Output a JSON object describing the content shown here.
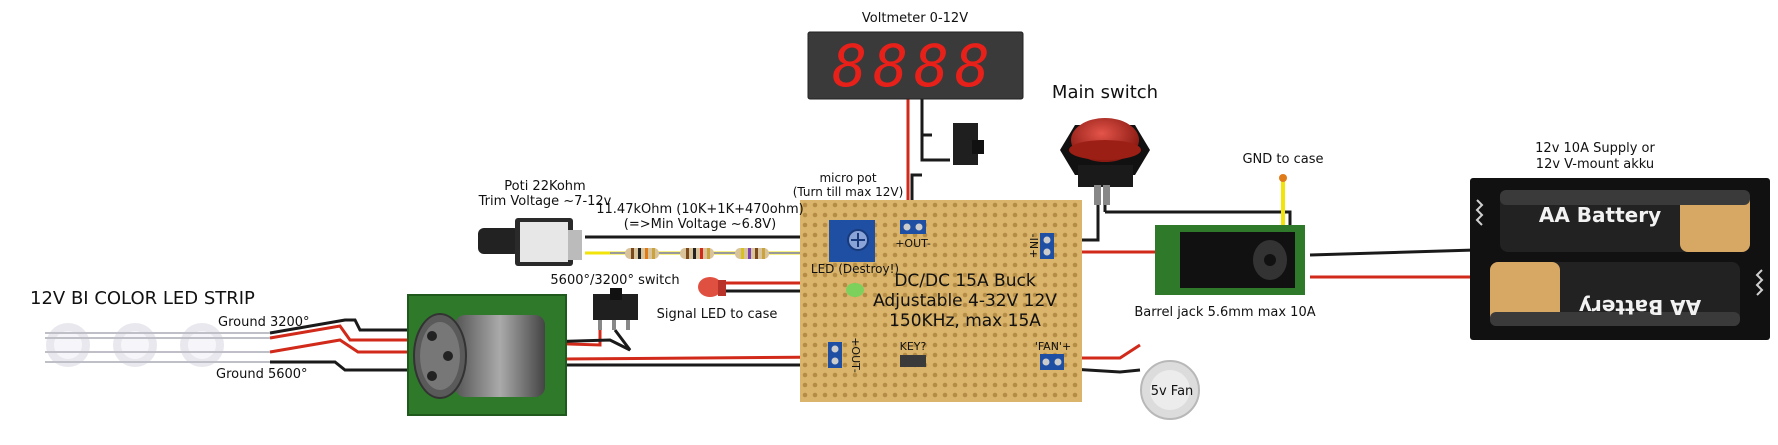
{
  "labels": {
    "voltmeter": "Voltmeter 0-12V",
    "main_switch": "Main switch",
    "micro_pot": "micro pot",
    "micro_pot_note": "(Turn till max 12V)",
    "poti": "Poti 22Kohm",
    "poti_note": "Trim Voltage ~7-12v",
    "resistor": "11.47kOhm (10K+1K+470ohm)",
    "resistor_note": "(=>Min Voltage ~6.8V)",
    "led_strip": "12V BI COLOR LED STRIP",
    "ground_3200": "Ground 3200°",
    "ground_5600": "Ground 5600°",
    "color_switch": "5600°/3200° switch",
    "signal_led": "Signal LED to case",
    "led_destroy": "LED (Destroy!)",
    "buck_line1": "DC/DC 15A Buck",
    "buck_line2": "Adjustable 4-32V 12V",
    "buck_line3": "150KHz, max 15A",
    "pin_out_top": "+OUT-",
    "pin_in": "-IN+",
    "pin_out_left": "+OUT-",
    "pin_key": "KEY?",
    "pin_fan": "'FAN'+",
    "gnd_case": "GND to case",
    "barrel_jack": "Barrel jack 5.6mm max 10A",
    "supply_line1": "12v 10A Supply or",
    "supply_line2": "12v V-mount akku",
    "battery_top": "AA Battery",
    "battery_bottom": "AA Battery",
    "fan": "5v Fan",
    "display_digits": "8888"
  },
  "colors": {
    "perfboard": "#d9b46a",
    "pcb_green": "#2f7a2a",
    "wire_red": "#d12a1a",
    "wire_black": "#1a1a1a",
    "wire_yellow": "#f2e40b",
    "display_red": "#e8201a",
    "display_bg": "#3a3a3a",
    "trimmer_blue": "#1f4fa3",
    "battery_tan": "#d7a764"
  }
}
